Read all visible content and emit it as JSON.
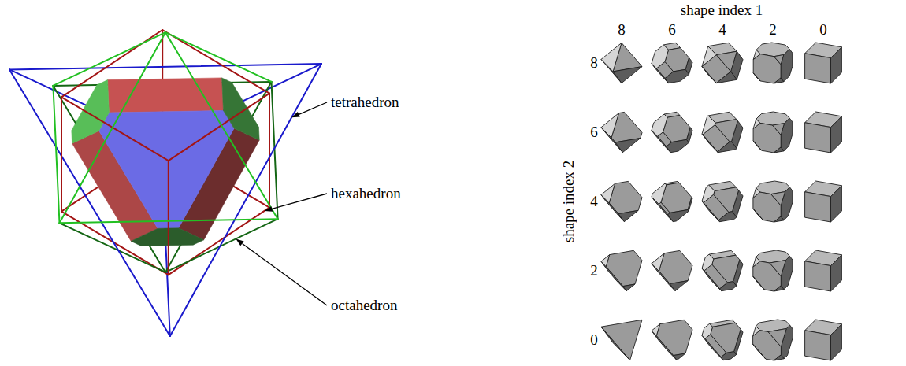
{
  "diagram": {
    "labels": [
      "tetrahedron",
      "hexahedron",
      "octahedron",
      "shape index 1",
      "8",
      "6",
      "4",
      "2",
      "0",
      "shape index 2",
      "8",
      "6",
      "4",
      "2",
      "0"
    ]
  }
}
